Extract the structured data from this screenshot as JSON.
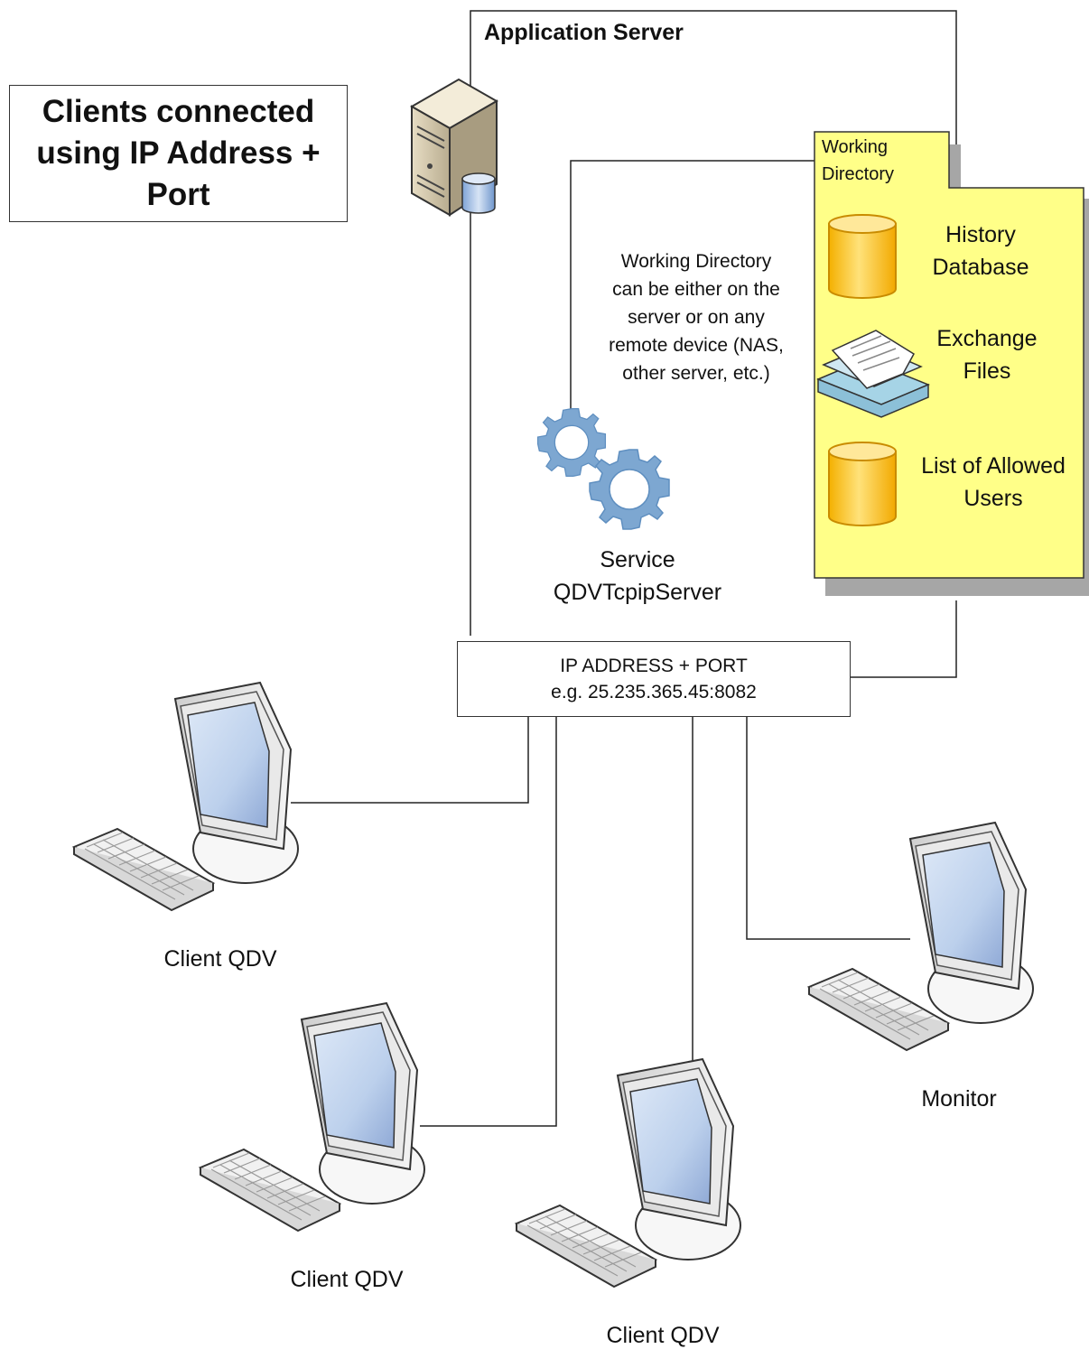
{
  "title": "Clients connected using IP Address + Port",
  "server": {
    "title": "Application Server"
  },
  "note": "Working Directory\ncan be either on the\nserver or on any\nremote device (NAS,\nother server, etc.)",
  "service": {
    "label": "Service\nQDVTcpipServer"
  },
  "working_directory": {
    "label": "Working\nDirectory",
    "items": [
      {
        "label": "History\nDatabase",
        "icon": "database-icon"
      },
      {
        "label": "Exchange\nFiles",
        "icon": "files-icon"
      },
      {
        "label": "List of Allowed\nUsers",
        "icon": "database-icon"
      }
    ]
  },
  "endpoint": {
    "line1": "IP ADDRESS + PORT",
    "line2": "e.g. 25.235.365.45:8082"
  },
  "clients": [
    {
      "label": "Client QDV"
    },
    {
      "label": "Client QDV"
    },
    {
      "label": "Client QDV"
    },
    {
      "label": "Monitor"
    }
  ],
  "colors": {
    "folder_fill": "#ffff88",
    "cylinder_fill": "#ffd24a",
    "gear_fill": "#7da7d1",
    "shadow": "#a6a6a6"
  }
}
